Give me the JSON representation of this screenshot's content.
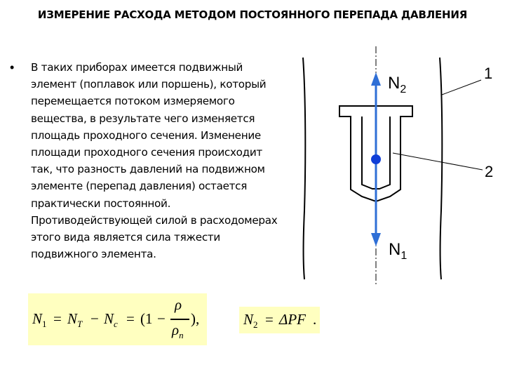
{
  "title": "ИЗМЕРЕНИЕ РАСХОДА МЕТОДОМ ПОСТОЯННОГО ПЕРЕПАДА ДАВЛЕНИЯ",
  "bullet": {
    "symbol": "•",
    "text": "В таких приборах имеется подвижный элемент (поплавок или поршень), который перемещается потоком измеряемого вещества, в результате чего изменяется площадь проходного сечения. Изменение площади проходного сечения происходит так, что разность давлений на подвижном элементе (перепад давления) остается практически постоянной. Противодействующей силой в расходомерах этого вида является сила тяжести подвижного элемента."
  },
  "diagram": {
    "label_n2": "N",
    "label_n2_sub": "2",
    "label_n1": "N",
    "label_n1_sub": "1",
    "callout_1": "1",
    "callout_2": "2",
    "arrow_color": "#2f6fd6",
    "dot_color": "#0f3fd8"
  },
  "formula1": {
    "n1": "N",
    "n1_sub": "1",
    "eq1": "=",
    "nt": "N",
    "nt_sub": "T",
    "minus": "−",
    "nc": "N",
    "nc_sub": "c",
    "eq2": "=",
    "paren_open": "(1",
    "minus2": "−",
    "numerator": "ρ",
    "denominator": "ρ",
    "denominator_sub": "п",
    "paren_close": "),"
  },
  "formula2": {
    "n2": "N",
    "n2_sub": "2",
    "eq": "=",
    "rhs": "ΔPF",
    "dot": "."
  },
  "colors": {
    "formula_bg": "#ffffc0"
  }
}
